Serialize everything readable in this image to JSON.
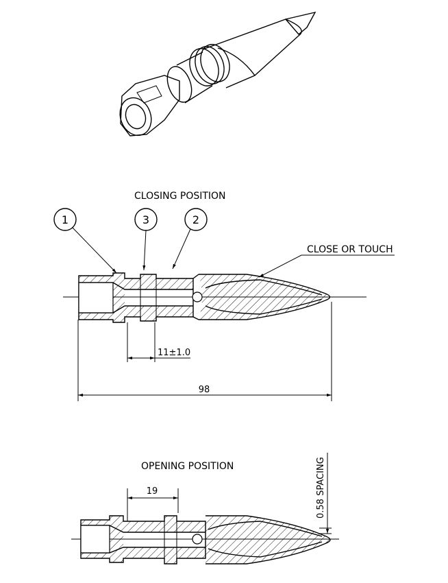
{
  "closing": {
    "title": "CLOSING POSITION",
    "balloons": [
      "1",
      "3",
      "2"
    ],
    "callout": "CLOSE OR TOUCH",
    "dim_gap": "11±1.0",
    "dim_length": "98"
  },
  "opening": {
    "title": "OPENING POSITION",
    "dim_gap": "19",
    "dim_spacing": "0.58 SPACING"
  }
}
